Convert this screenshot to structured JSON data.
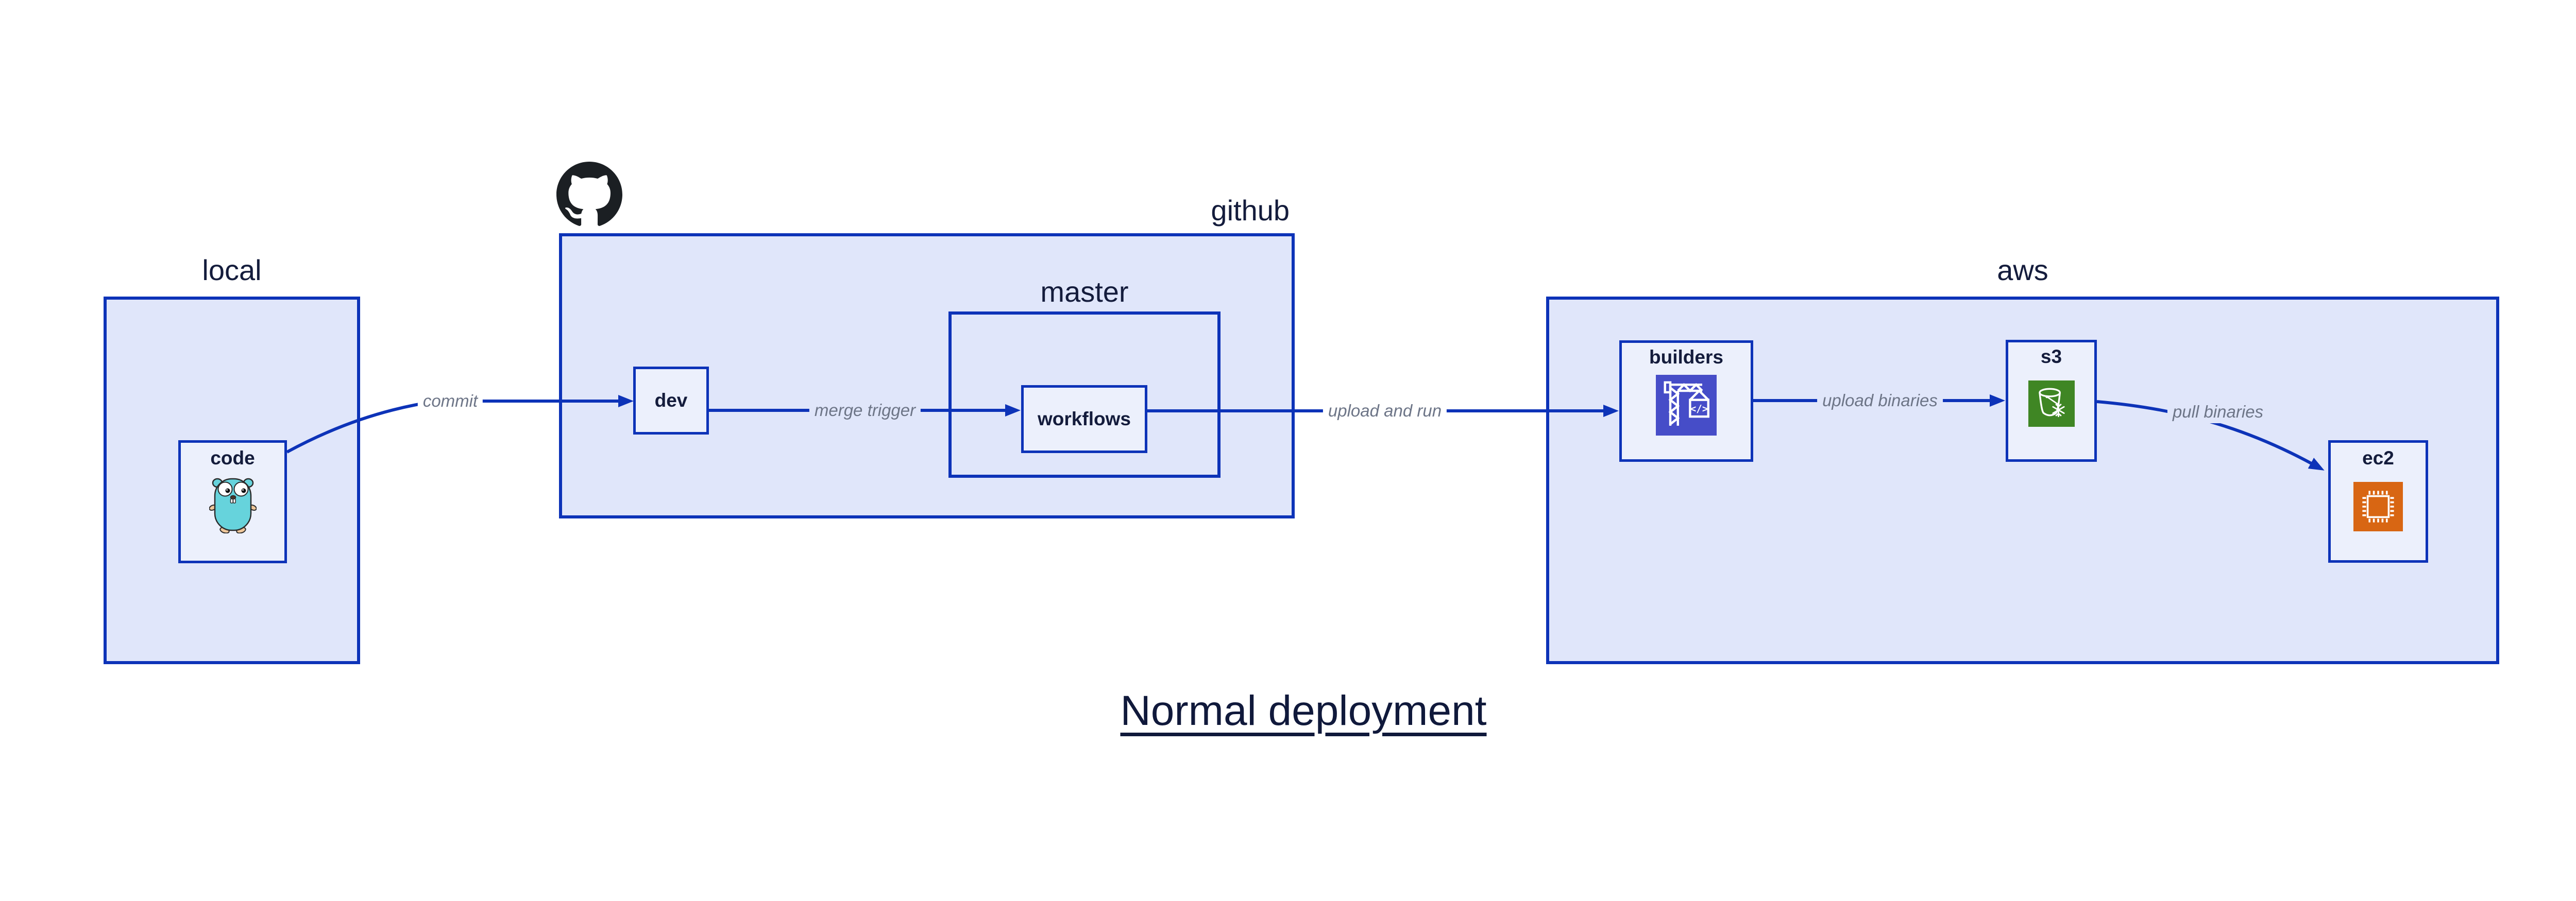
{
  "title": "Normal deployment",
  "containers": {
    "local": {
      "label": "local"
    },
    "github": {
      "label": "github",
      "icon": "github-octocat"
    },
    "master": {
      "label": "master"
    },
    "aws": {
      "label": "aws"
    }
  },
  "nodes": {
    "code": {
      "label": "code",
      "icon": "go-gopher"
    },
    "dev": {
      "label": "dev"
    },
    "workflows": {
      "label": "workflows"
    },
    "builders": {
      "label": "builders",
      "icon": "aws-codebuild-crane"
    },
    "s3": {
      "label": "s3",
      "icon": "aws-s3-glacier-bucket"
    },
    "ec2": {
      "label": "ec2",
      "icon": "aws-ec2-chip"
    }
  },
  "edges": [
    {
      "label": "commit",
      "from": "code",
      "to": "dev"
    },
    {
      "label": "merge trigger",
      "from": "dev",
      "to": "workflows"
    },
    {
      "label": "upload and run",
      "from": "workflows",
      "to": "builders"
    },
    {
      "label": "upload binaries",
      "from": "builders",
      "to": "s3"
    },
    {
      "label": "pull binaries",
      "from": "s3",
      "to": "ec2"
    }
  ],
  "colors": {
    "stroke_blue": "#0d33b8",
    "container_fill": "#e0e6fa",
    "node_fill": "#ecf0fc",
    "text_navy": "#141c3c",
    "edge_label_gray": "#6d7587",
    "codebuild_indigo": "#464dc8",
    "s3_green": "#3f8624",
    "ec2_orange": "#d86613",
    "octocat_black": "#1b1f23",
    "gopher_teal": "#66d3dc"
  }
}
